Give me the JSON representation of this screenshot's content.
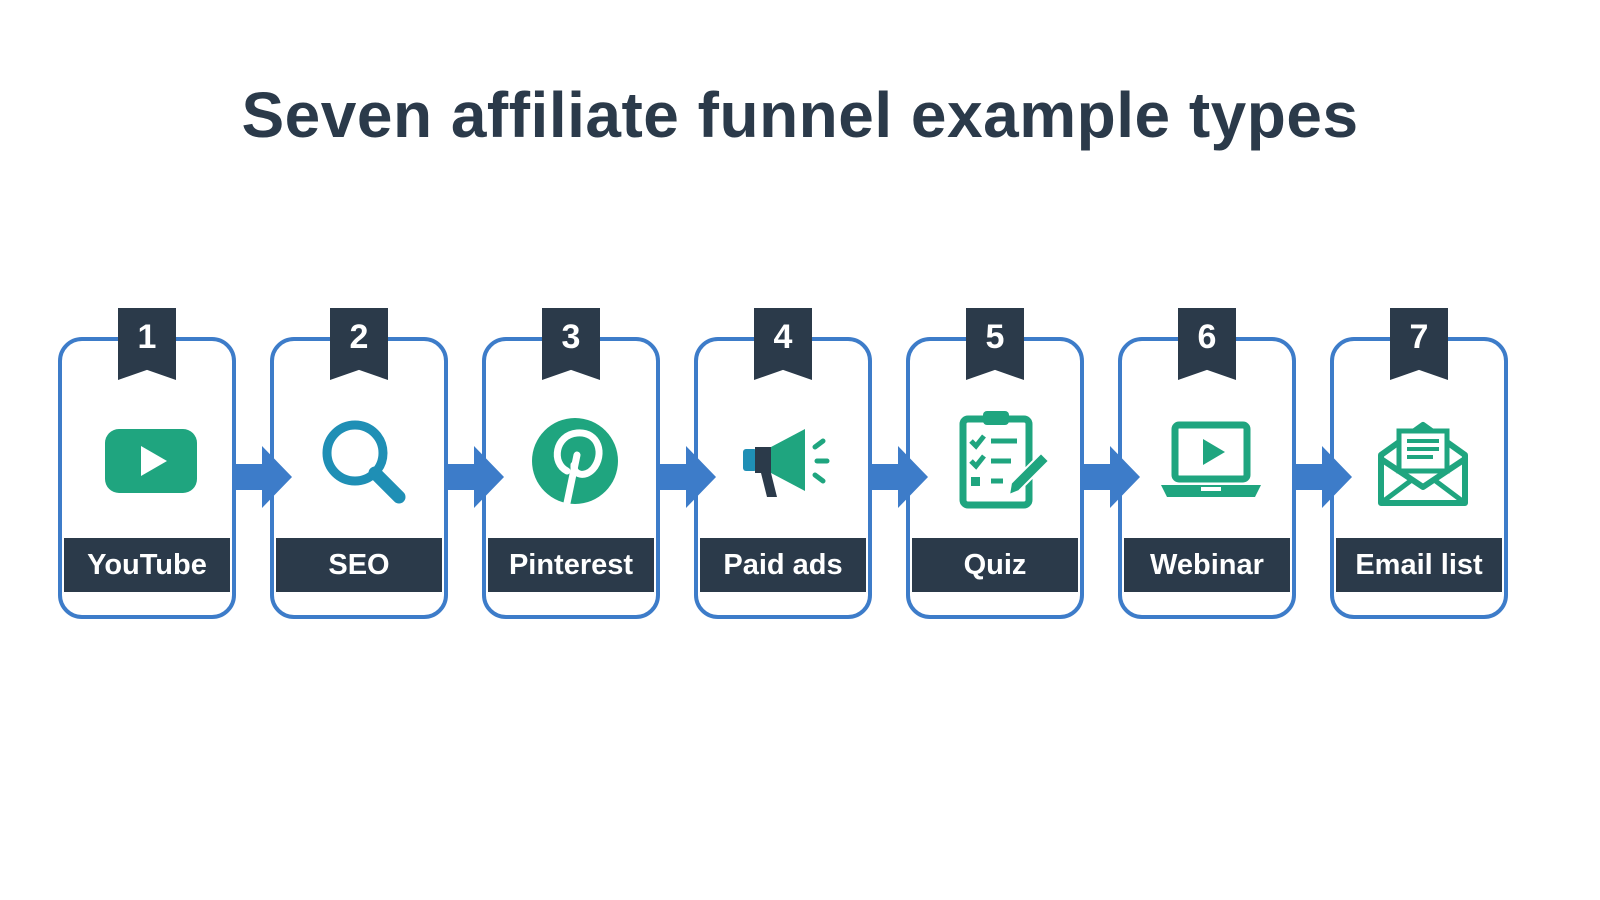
{
  "title": "Seven affiliate funnel example types",
  "colors": {
    "border": "#3d7cc9",
    "dark": "#2b3a4a",
    "icon": "#1fa57f",
    "icon_alt": "#1f8fb5",
    "arrow": "#3d7cc9"
  },
  "steps": [
    {
      "number": "1",
      "label": "YouTube",
      "icon": "youtube-play-icon"
    },
    {
      "number": "2",
      "label": "SEO",
      "icon": "magnifier-icon"
    },
    {
      "number": "3",
      "label": "Pinterest",
      "icon": "pinterest-icon"
    },
    {
      "number": "4",
      "label": "Paid ads",
      "icon": "megaphone-icon"
    },
    {
      "number": "5",
      "label": "Quiz",
      "icon": "clipboard-checklist-icon"
    },
    {
      "number": "6",
      "label": "Webinar",
      "icon": "laptop-play-icon"
    },
    {
      "number": "7",
      "label": "Email list",
      "icon": "envelope-icon"
    }
  ]
}
